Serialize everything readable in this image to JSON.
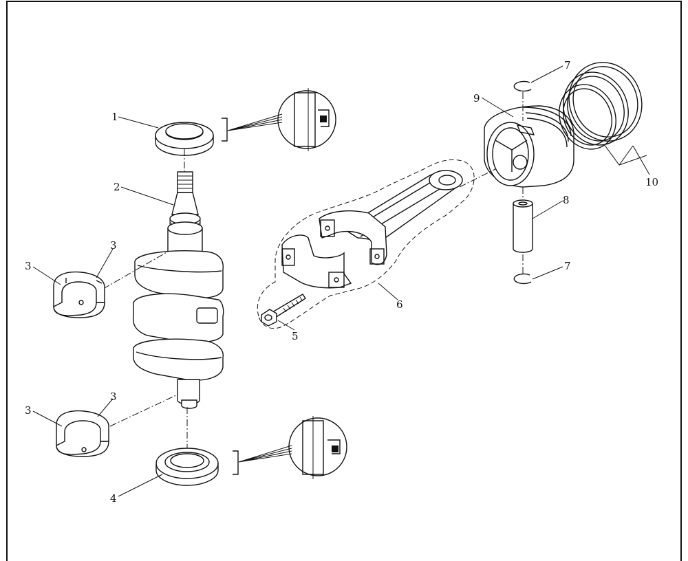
{
  "diagram": {
    "callouts": [
      {
        "id": "c1",
        "label": "1"
      },
      {
        "id": "c2",
        "label": "2"
      },
      {
        "id": "c3a",
        "label": "3"
      },
      {
        "id": "c3b",
        "label": "3"
      },
      {
        "id": "c3c",
        "label": "3"
      },
      {
        "id": "c3d",
        "label": "3"
      },
      {
        "id": "c4",
        "label": "4"
      },
      {
        "id": "c5",
        "label": "5"
      },
      {
        "id": "c6",
        "label": "6"
      },
      {
        "id": "c7a",
        "label": "7"
      },
      {
        "id": "c7b",
        "label": "7"
      },
      {
        "id": "c8",
        "label": "8"
      },
      {
        "id": "c9",
        "label": "9"
      },
      {
        "id": "c10",
        "label": "10"
      }
    ],
    "parts": {
      "upper_oil_seal": "seal",
      "crankshaft": "crankshaft",
      "main_bearings": "bearing",
      "lower_oil_seal": "seal",
      "con_rod_bolt": "bolt",
      "connecting_rod": "connecting-rod",
      "circlips": "circlip",
      "piston_pin": "pin",
      "piston": "piston",
      "piston_rings": "rings"
    }
  }
}
